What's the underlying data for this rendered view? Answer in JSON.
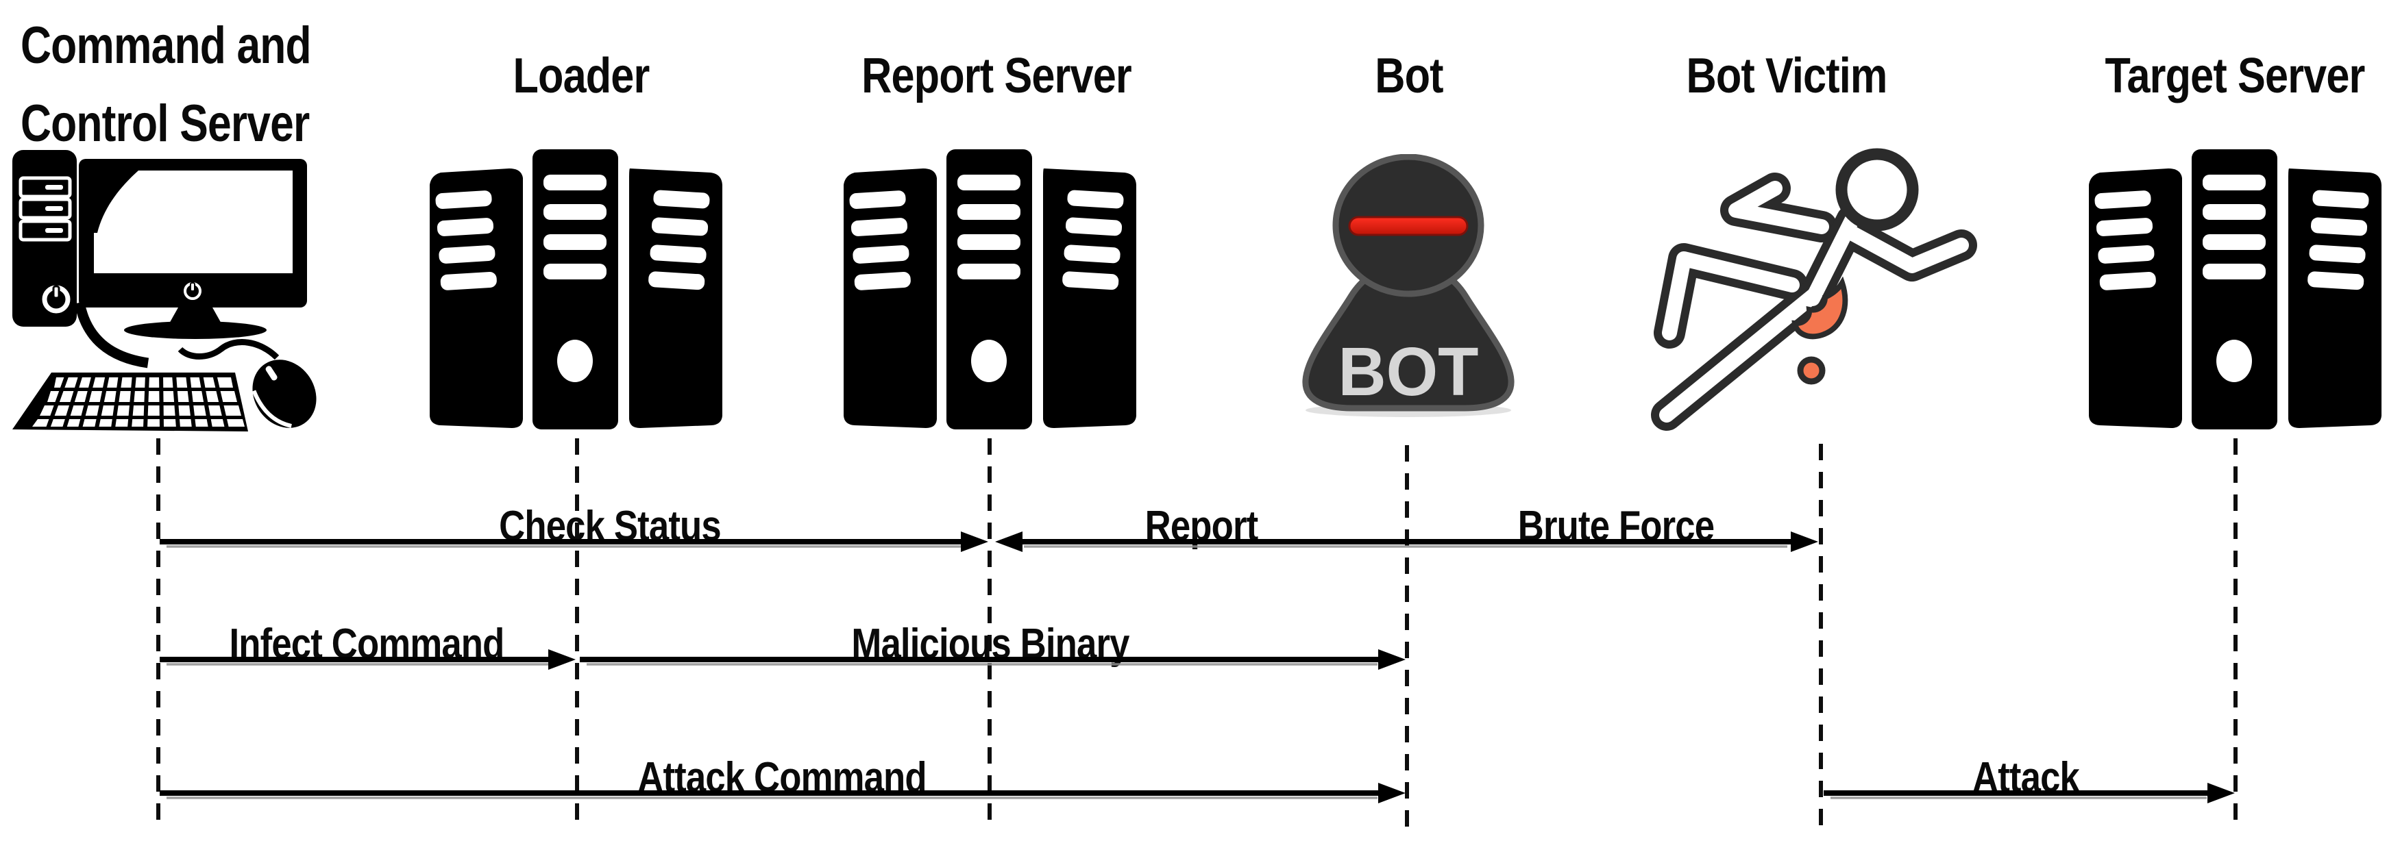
{
  "diagram": {
    "entities": [
      {
        "id": "cnc",
        "label_lines": [
          "Command and",
          "Control Server"
        ],
        "icon": "desktop-computer-icon"
      },
      {
        "id": "loader",
        "label": "Loader",
        "icon": "server-rack-icon"
      },
      {
        "id": "report",
        "label": "Report Server",
        "icon": "server-rack-icon"
      },
      {
        "id": "bot",
        "label": "Bot",
        "icon": "bot-mask-icon",
        "badge": "BOT"
      },
      {
        "id": "victim",
        "label": "Bot Victim",
        "icon": "running-person-icon"
      },
      {
        "id": "target",
        "label": "Target Server",
        "icon": "server-rack-icon"
      }
    ],
    "messages": [
      {
        "label": "Check Status",
        "from": "cnc",
        "to": "report",
        "direction": "right"
      },
      {
        "label": "Report",
        "from": "bot",
        "to": "report",
        "direction": "left"
      },
      {
        "label": "Brute Force",
        "from": "bot",
        "to": "victim",
        "direction": "right"
      },
      {
        "label": "Infect Command",
        "from": "cnc",
        "to": "loader",
        "direction": "right"
      },
      {
        "label": "Malicious Binary",
        "from": "loader",
        "to": "bot",
        "direction": "right"
      },
      {
        "label": "Attack Command",
        "from": "cnc",
        "to": "bot",
        "direction": "right"
      },
      {
        "label": "Attack",
        "from": "victim",
        "to": "target",
        "direction": "right"
      }
    ],
    "colors": {
      "line": "#000000",
      "shadow_gray": "#8f8f8f",
      "bot_body": "#2d2d2d",
      "bot_outline": "#565656",
      "visor_red": "#e2251b",
      "bot_text_gray": "#d6d6d6",
      "wound_orange": "#f4764f",
      "runner_outline": "#2b2b2b"
    }
  }
}
